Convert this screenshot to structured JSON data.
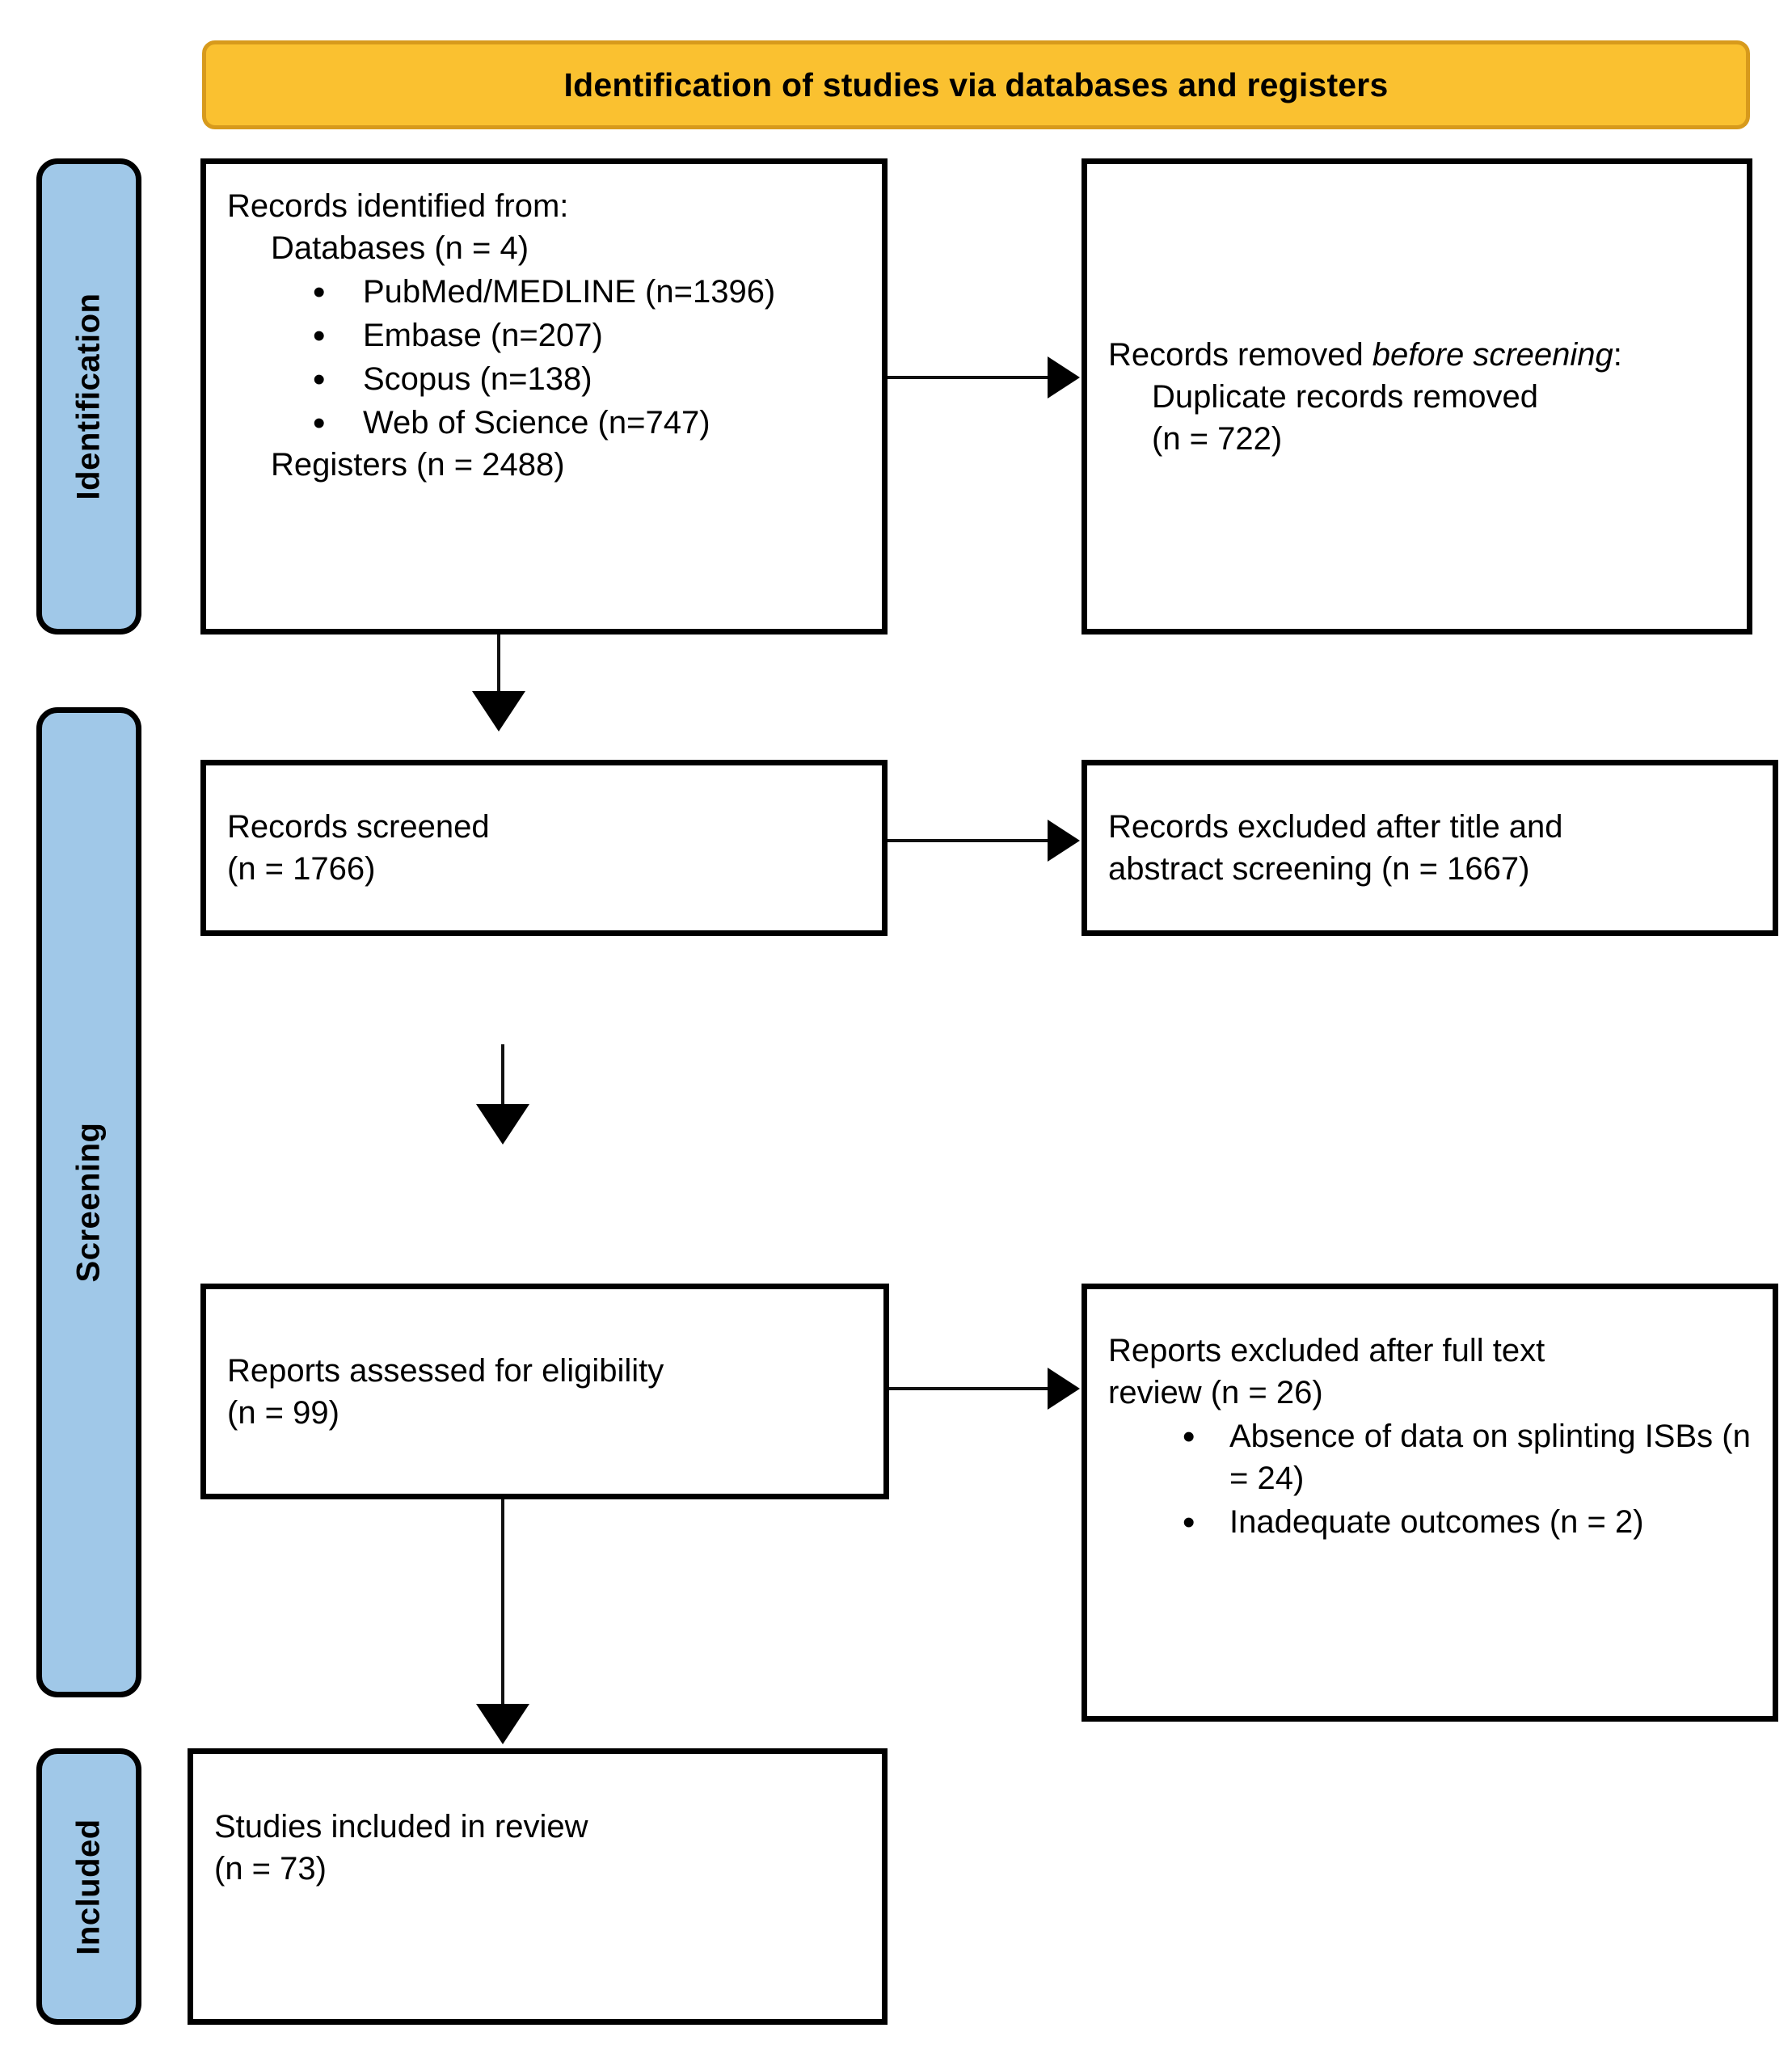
{
  "banner": {
    "title": "Identification of studies via databases and registers"
  },
  "stages": [
    {
      "id": "identification",
      "label": "Identification"
    },
    {
      "id": "screening",
      "label": "Screening"
    },
    {
      "id": "included",
      "label": "Included"
    }
  ],
  "boxes": {
    "identified": {
      "heading": "Records identified from:",
      "databases_line": "Databases (n = 4)",
      "sources": [
        "PubMed/MEDLINE (n=1396)",
        "Embase (n=207)",
        "Scopus (n=138)",
        "Web of Science (n=747)"
      ],
      "registers_line": "Registers (n = 2488)"
    },
    "removed": {
      "line1_plain": "Records removed ",
      "line1_italic": "before screening",
      "line1_colon": ":",
      "detail_line1": "Duplicate records removed",
      "detail_line2": "(n = 722)"
    },
    "screened": {
      "line1": "Records screened",
      "line2": "(n = 1766)"
    },
    "excluded_title_abstract": {
      "line1": "Records excluded after title and",
      "line2": "abstract screening (n = 1667)"
    },
    "eligibility": {
      "line1": "Reports assessed for eligibility",
      "line2": "(n = 99)"
    },
    "excluded_full_text": {
      "line1": "Reports excluded after full text",
      "line2": "review (n = 26)",
      "reasons": [
        "Absence of data on splinting ISBs (n = 24)",
        "Inadequate outcomes (n = 2)"
      ]
    },
    "included": {
      "line1": "Studies included in review",
      "line2": "(n = 73)"
    }
  },
  "colors": {
    "banner_fill": "#FAC130",
    "banner_border": "#D79A1C",
    "stage_fill": "#A0C8E8",
    "outline": "#000000",
    "page_background": "#FFFFFF"
  }
}
